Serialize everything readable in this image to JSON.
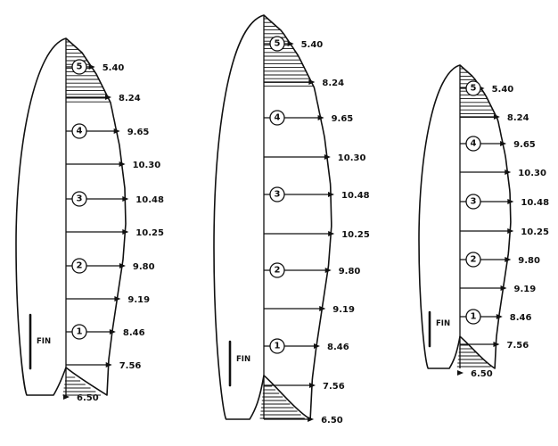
{
  "diagram": {
    "boards": [
      {
        "fin_label": "FIN",
        "measurements": [
          {
            "value": "5.40",
            "section": "5"
          },
          {
            "value": "8.24"
          },
          {
            "value": "9.65",
            "section": "4"
          },
          {
            "value": "10.30"
          },
          {
            "value": "10.48",
            "section": "3"
          },
          {
            "value": "10.25"
          },
          {
            "value": "9.80",
            "section": "2"
          },
          {
            "value": "9.19"
          },
          {
            "value": "8.46",
            "section": "1"
          },
          {
            "value": "7.56"
          },
          {
            "value": "6.50"
          }
        ]
      },
      {
        "fin_label": "FIN",
        "measurements": [
          {
            "value": "5.40",
            "section": "5"
          },
          {
            "value": "8.24"
          },
          {
            "value": "9.65",
            "section": "4"
          },
          {
            "value": "10.30"
          },
          {
            "value": "10.48",
            "section": "3"
          },
          {
            "value": "10.25"
          },
          {
            "value": "9.80",
            "section": "2"
          },
          {
            "value": "9.19"
          },
          {
            "value": "8.46",
            "section": "1"
          },
          {
            "value": "7.56"
          },
          {
            "value": "6.50"
          }
        ]
      },
      {
        "fin_label": "FIN",
        "measurements": [
          {
            "value": "5.40",
            "section": "5"
          },
          {
            "value": "8.24"
          },
          {
            "value": "9.65",
            "section": "4"
          },
          {
            "value": "10.30"
          },
          {
            "value": "10.48",
            "section": "3"
          },
          {
            "value": "10.25"
          },
          {
            "value": "9.80",
            "section": "2"
          },
          {
            "value": "9.19"
          },
          {
            "value": "8.46",
            "section": "1"
          },
          {
            "value": "7.56"
          },
          {
            "value": "6.50"
          }
        ]
      }
    ]
  }
}
